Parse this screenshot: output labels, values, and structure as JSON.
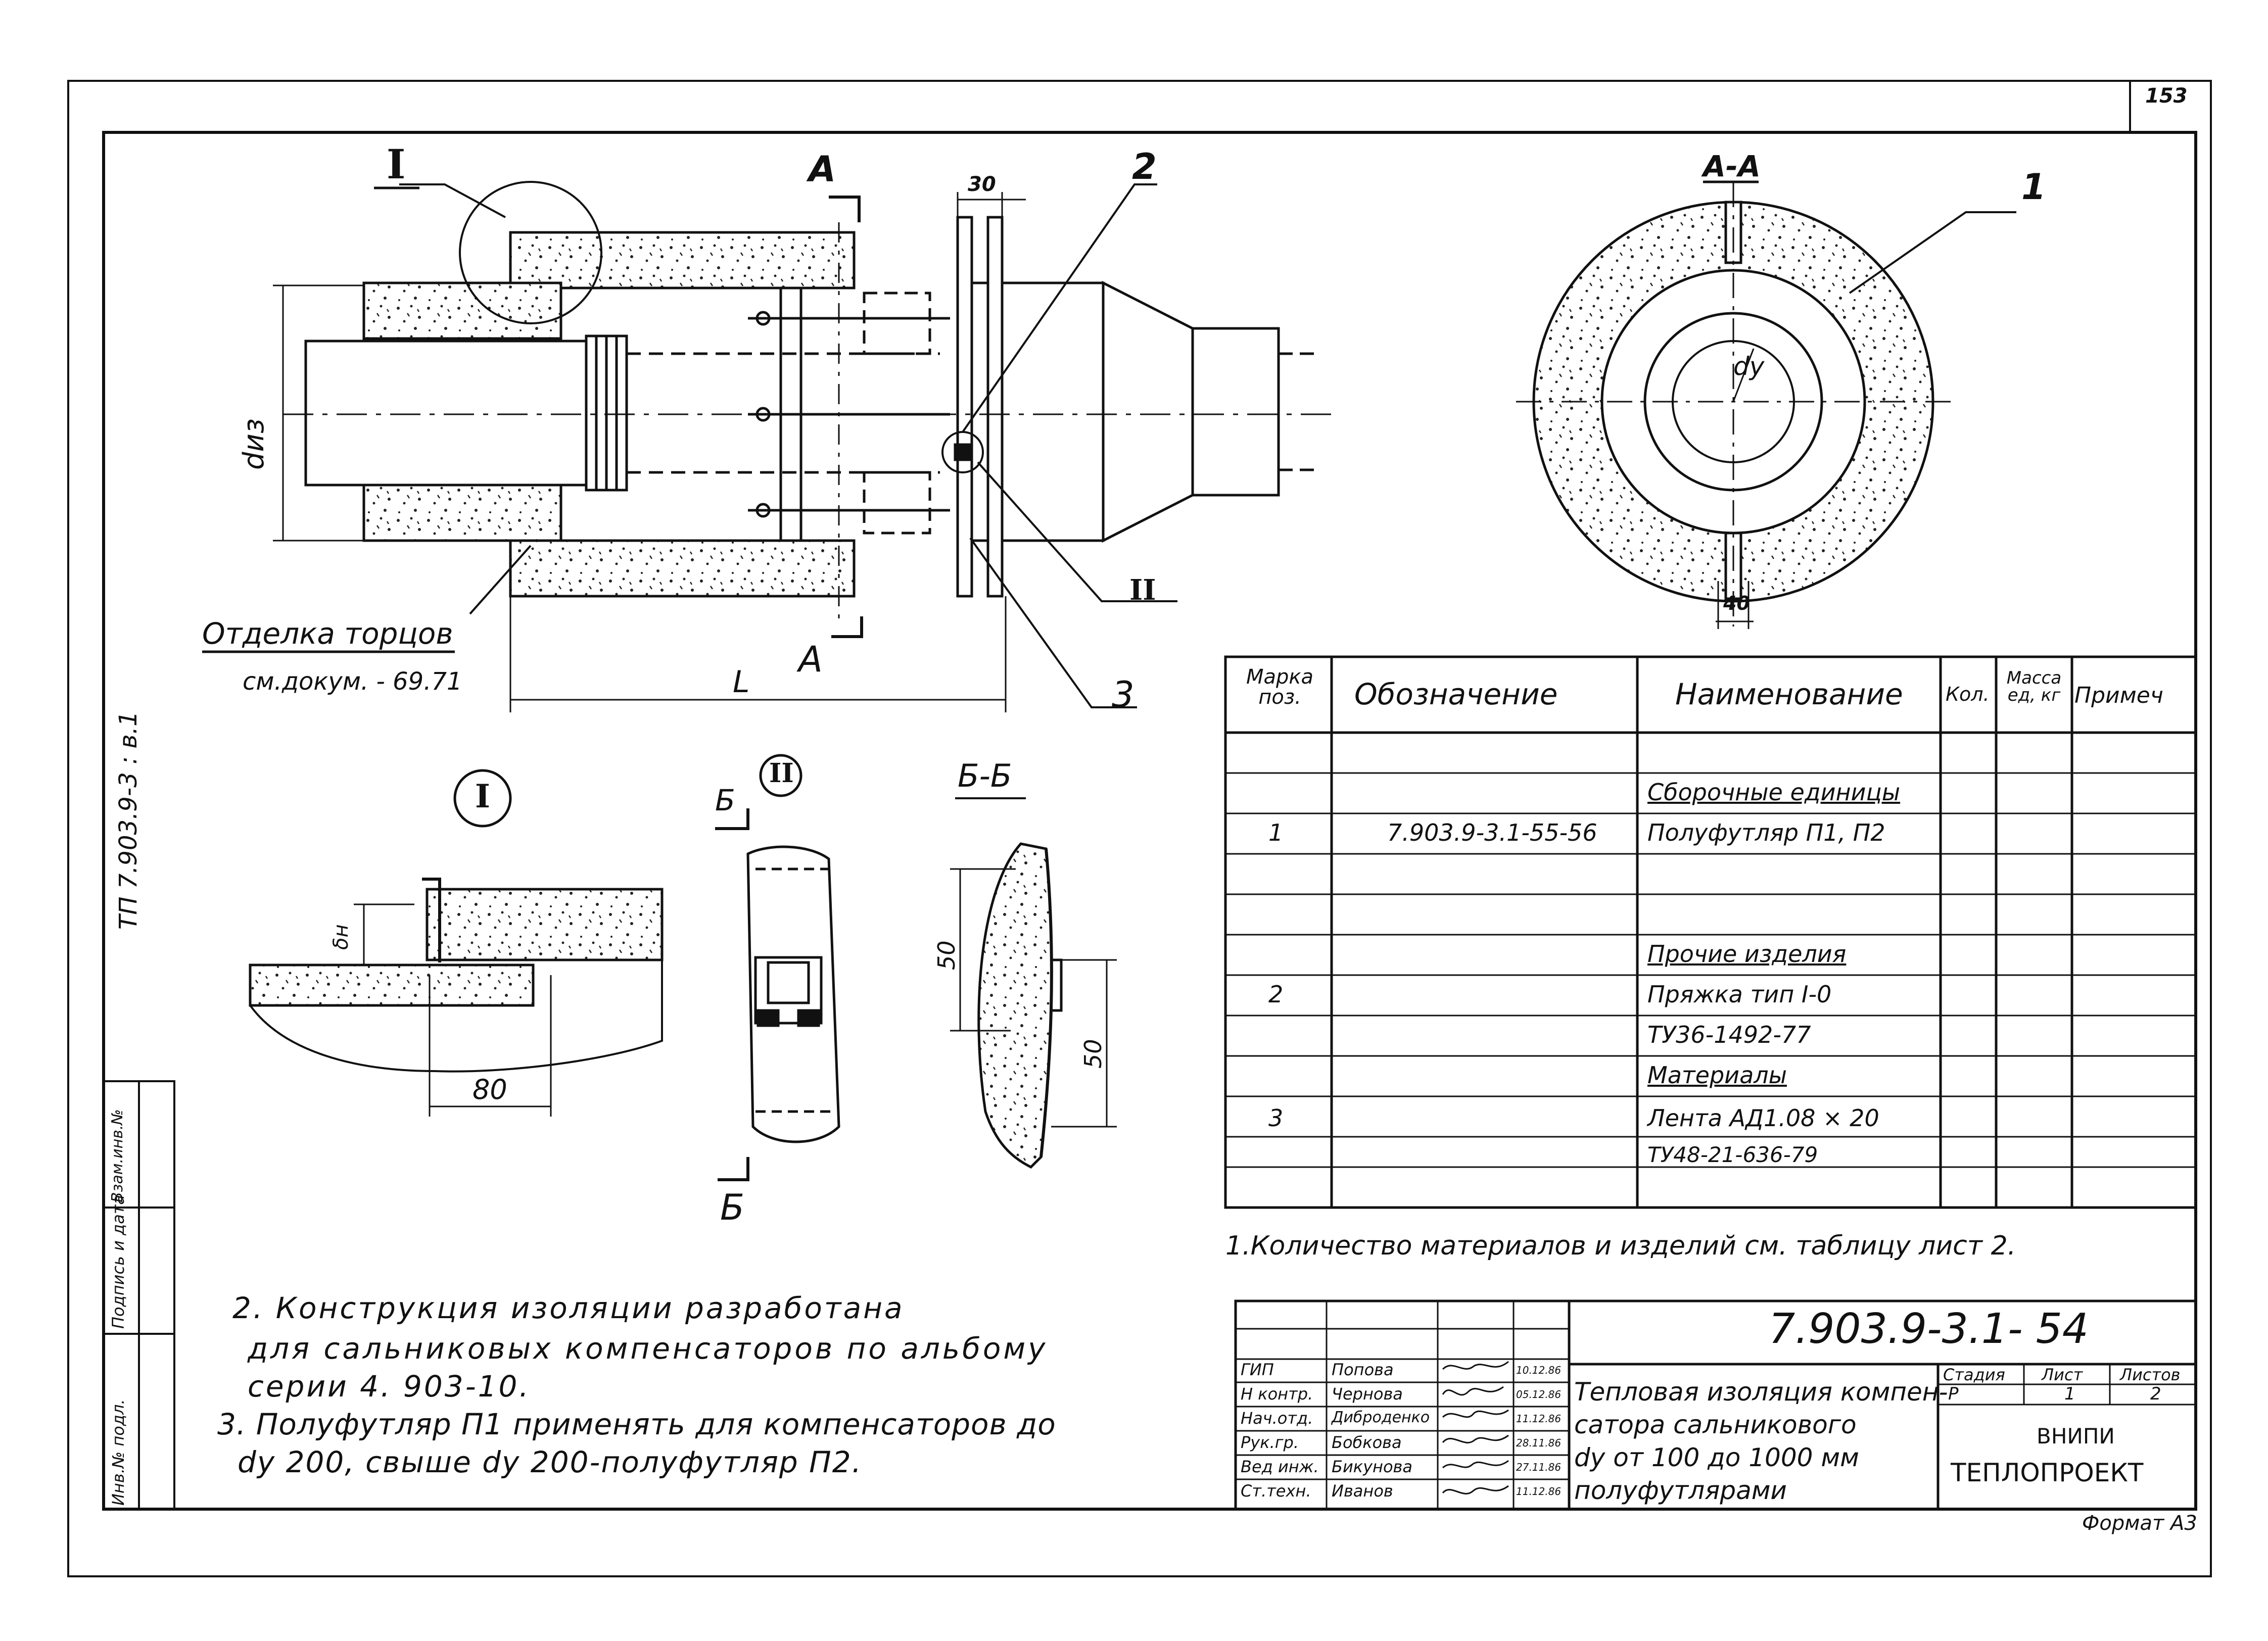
{
  "page_number": "153",
  "side_code": "ТП 7.903.9-3 : в.1",
  "side_stamp": [
    "Инв.№ подл.",
    "Подпись и дата",
    "Взам.инв.№"
  ],
  "main_view": {
    "callout_I": "I",
    "callout_II": "II",
    "pos_2": "2",
    "pos_3": "3",
    "dim_30": "30",
    "dim_diz": "dиз",
    "dim_L": "L",
    "section_label": "А",
    "finish_note_1": "Отделка торцов",
    "finish_note_2": "см.докум. - 69.71"
  },
  "section_AA": {
    "title": "А-А",
    "pos_1": "1",
    "dim_dy": "dy",
    "dim_40": "40"
  },
  "detail_I": {
    "label": "I",
    "dim_80": "80",
    "dim_dn": "δн"
  },
  "detail_II": {
    "label": "II",
    "section_mark": "Б"
  },
  "section_BB": {
    "title": "Б-Б",
    "dim_50a": "50",
    "dim_50b": "50"
  },
  "spec_table": {
    "headers": [
      "Марка поз.",
      "Обозначение",
      "Наименование",
      "Кол.",
      "Масса ед, кг",
      "Примеч"
    ],
    "rows": [
      {
        "pos": "",
        "designation": "",
        "name": "Сборочные единицы",
        "heading": true
      },
      {
        "pos": "1",
        "designation": "7.903.9-3.1-55-56",
        "name": "Полуфутляр П1, П2"
      },
      {
        "pos": "",
        "designation": "",
        "name": ""
      },
      {
        "pos": "",
        "designation": "",
        "name": "Прочие изделия",
        "heading": true
      },
      {
        "pos": "2",
        "designation": "",
        "name": "Пряжка тип I-0"
      },
      {
        "pos": "",
        "designation": "",
        "name": "ТУ36-1492-77"
      },
      {
        "pos": "",
        "designation": "",
        "name": "Материалы",
        "heading": true
      },
      {
        "pos": "3",
        "designation": "",
        "name": "Лента АД1.08 × 20"
      },
      {
        "pos": "",
        "designation": "",
        "name": "ТУ48-21-636-79"
      }
    ]
  },
  "notes": {
    "n1": "1.Количество материалов и изделий см. таблицу лист 2.",
    "n2_line1": "2. Конструкция изоляции разработана",
    "n2_line2": "для сальниковых компенсаторов по альбому",
    "n2_line3": "серии 4. 903-10.",
    "n3_line1": "3. Полуфутляр П1 применять для компенсаторов до",
    "n3_line2": "dy 200, свыше dy 200-полуфутляр П2."
  },
  "title_block": {
    "doc_number": "7.903.9-3.1- 54",
    "title_line1": "Тепловая изоляция компен-",
    "title_line2": "сатора сальникового",
    "title_line3": "dy от 100 до 1000 мм",
    "title_line4": "полуфутлярами",
    "stage_header": "Стадия",
    "sheet_header": "Лист",
    "sheets_header": "Листов",
    "stage": "Р",
    "sheet": "1",
    "sheets": "2",
    "org_line1": "ВНИПИ",
    "org_line2": "ТЕПЛОПРОЕКТ",
    "format": "Формат А3",
    "signatures": [
      {
        "role": "ГИП",
        "name": "Попова",
        "date": "10.12.86"
      },
      {
        "role": "Н контр.",
        "name": "Чернова",
        "date": "05.12.86"
      },
      {
        "role": "Нач.отд.",
        "name": "Диброденко",
        "date": "11.12.86"
      },
      {
        "role": "Рук.гр.",
        "name": "Бобкова",
        "date": "28.11.86"
      },
      {
        "role": "Вед инж.",
        "name": "Бикунова",
        "date": "27.11.86"
      },
      {
        "role": "Ст.техн.",
        "name": "Иванов",
        "date": "11.12.86"
      }
    ]
  }
}
